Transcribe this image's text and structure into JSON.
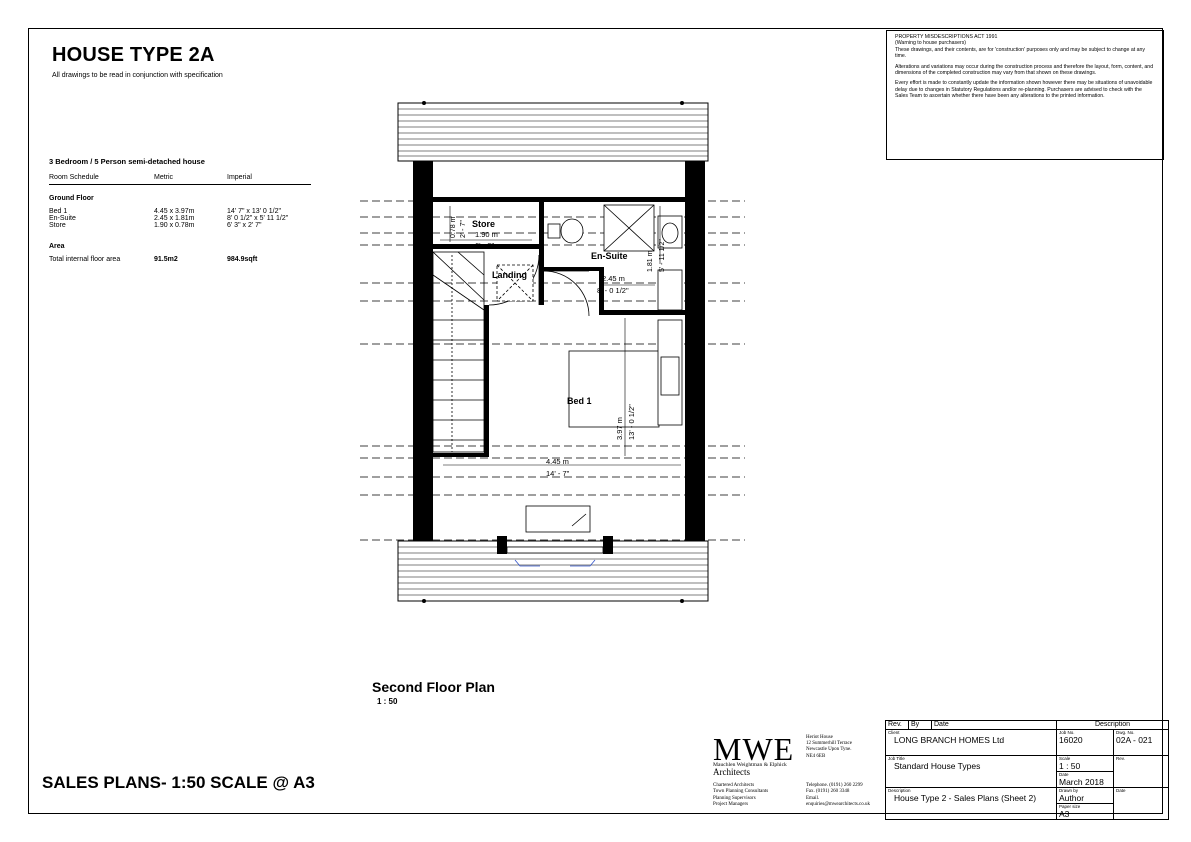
{
  "header": {
    "title": "HOUSE TYPE 2A",
    "subtitle": "All drawings to be read in conjunction with specification"
  },
  "schedule": {
    "heading": "3 Bedroom / 5 Person semi-detached house",
    "columns": [
      "Room Schedule",
      "Metric",
      "Imperial"
    ],
    "section_ground": "Ground Floor",
    "rows": [
      {
        "room": "Bed 1",
        "metric": "4.45 x 3.97m",
        "imperial": "14' 7\" x 13' 0 1/2\""
      },
      {
        "room": "En-Suite",
        "metric": "2.45 x 1.81m",
        "imperial": "8' 0 1/2\" x 5' 11 1/2\""
      },
      {
        "room": "Store",
        "metric": "1.90 x 0.78m",
        "imperial": "6' 3\" x 2' 7\""
      }
    ],
    "section_area": "Area",
    "area": {
      "label": "Total internal floor area",
      "metric": "91.5m2",
      "imperial": "984.9sqft"
    }
  },
  "notes": {
    "heading": "PROPERTY MISDESCRIPTIONS ACT 1991",
    "sub": "(Warning to house purchasers)",
    "p1": "These drawings, and their contents, are for 'construction' purposes only and may be subject to change at any time.",
    "p2": "Alterations and variations may occur during the construction process and therefore the layout, form, content, and dimensions of the completed construction may vary from that shown on these drawings.",
    "p3": "Every effort is made to constantly update the information shown however there may be situations of unavoidable delay due to changes in Statutory Regulations and/or re-planning. Purchasers are advised to check with the Sales Team to ascertain whether there have been any alterations to the printed information."
  },
  "plan": {
    "title": "Second Floor Plan",
    "scale": "1 : 50",
    "rooms": {
      "store": "Store",
      "ensuite": "En-Suite",
      "landing": "Landing",
      "bed1": "Bed 1"
    },
    "dims": {
      "store_w_m": "1.90 m",
      "store_w_i": "6' - 3\"",
      "store_d_m": "0.78 m",
      "store_d_i": "2' - 7\"",
      "ensuite_w_m": "2.45 m",
      "ensuite_w_i": "8' - 0 1/2\"",
      "ensuite_d_m": "1.81 m",
      "ensuite_d_i": "5' - 11 1/2\"",
      "bed_w_m": "4.45 m",
      "bed_w_i": "14' - 7\"",
      "bed_d_m": "3.97 m",
      "bed_d_i": "13' - 0 1/2\""
    }
  },
  "footer": {
    "sales": "SALES PLANS- 1:50 SCALE @ A3"
  },
  "practice": {
    "logo": "MWE",
    "names": "Mauchlen Weightman & Elphick",
    "architects": "Architects",
    "address": [
      "Heriot House",
      "12 Summerhill Terrace",
      "Newcastle Upon Tyne.",
      "NE4 6EB"
    ],
    "services": [
      "Chartered Architects",
      "Town Planning Consultants",
      "Planning Supervisors",
      "Project Managers"
    ],
    "contact": [
      "Telephone. (0191) 260 2299",
      "Fax. (0191) 260 3348",
      "Email.",
      "enquiries@mwearchitects.co.uk"
    ]
  },
  "title_block": {
    "rev_headers": [
      "Rev.",
      "By",
      "Date",
      "Description"
    ],
    "client_label": "Client",
    "client": "LONG BRANCH HOMES Ltd",
    "job_no_label": "Job No.",
    "job_no": "16020",
    "dwg_no_label": "Dwg. No.",
    "dwg_no": "02A - 021",
    "job_title_label": "Job Title",
    "job_title": "Standard House Types",
    "scale_label": "Scale",
    "scale": "1 : 50",
    "rev_label": "Rev.",
    "date_label": "Date",
    "date": "March 2018",
    "description_label": "Description",
    "description": "House Type 2 - Sales Plans (Sheet 2)",
    "drawn_label": "Drawn by",
    "drawn": "Author",
    "paper_label": "Paper size",
    "paper": "A3",
    "date2_label": "Date"
  }
}
